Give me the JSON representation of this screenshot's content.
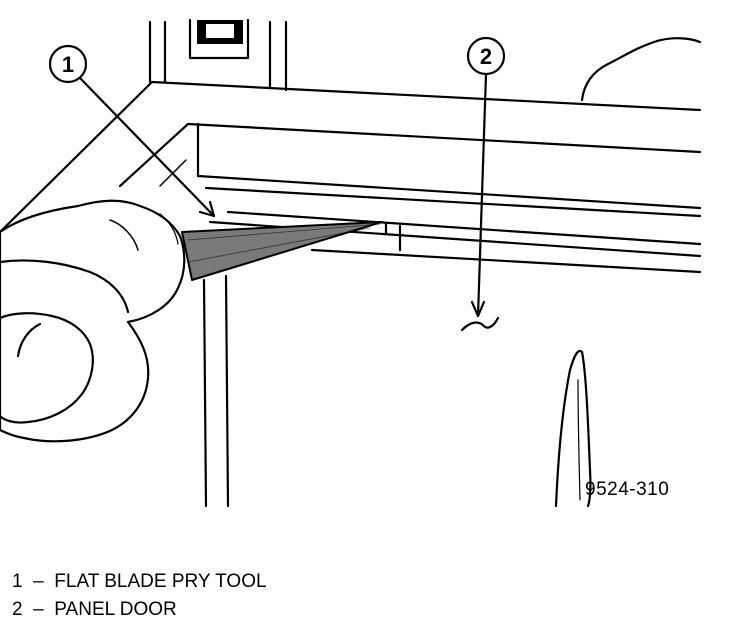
{
  "figure": {
    "number": "9524-310",
    "callouts": [
      {
        "id": "1"
      },
      {
        "id": "2"
      }
    ]
  },
  "legend": {
    "items": [
      {
        "num": "1",
        "sep": "–",
        "label": "FLAT BLADE PRY TOOL"
      },
      {
        "num": "2",
        "sep": "–",
        "label": "PANEL DOOR"
      }
    ]
  }
}
